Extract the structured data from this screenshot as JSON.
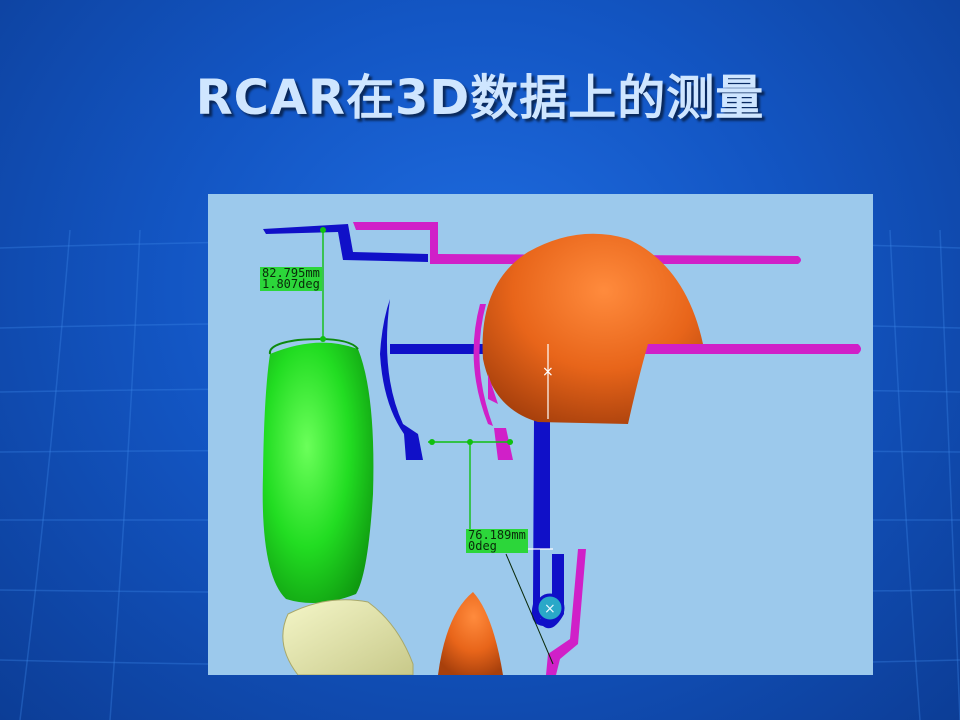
{
  "slide": {
    "title": "RCAR在3D数据上的测量"
  },
  "viewport": {
    "measurements": [
      {
        "distance": "82.795mm",
        "angle": "1.807deg"
      },
      {
        "distance": "76.189mm",
        "angle": "0deg"
      }
    ]
  },
  "colors": {
    "background": "#1356c4",
    "viewport_bg": "#9cc9ec",
    "wheel": "#22dd22",
    "headform": "#e8651a",
    "bumper_blue": "#1010c8",
    "bumper_magenta": "#d020c8",
    "measure_label": "#2cd63a"
  }
}
